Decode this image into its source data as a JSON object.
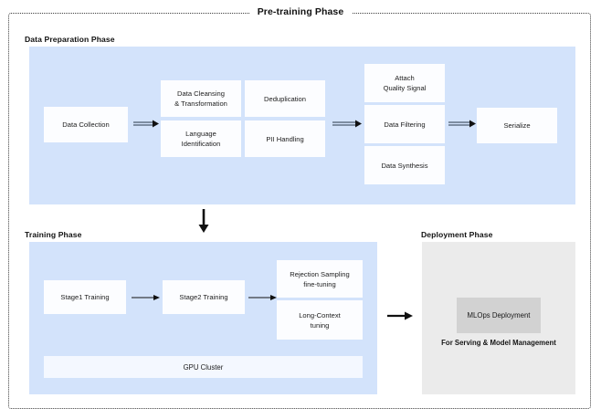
{
  "diagram": {
    "title": "Pre-training Phase",
    "sections": {
      "data_prep": {
        "label": "Data Preparation Phase"
      },
      "training": {
        "label": "Training Phase"
      },
      "deployment": {
        "label": "Deployment Phase"
      }
    },
    "nodes": {
      "data_collection": "Data Collection",
      "data_cleansing": "Data Cleansing\n& Transformation",
      "deduplication": "Deduplication",
      "language_identification": "Language\nIdentification",
      "pii_handling": "PII Handling",
      "attach_quality_signal": "Attach\nQuality Signal",
      "data_filtering": "Data Filtering",
      "data_synthesis": "Data Synthesis",
      "serialize": "Serialize",
      "stage1_training": "Stage1 Training",
      "stage2_training": "Stage2 Training",
      "rejection_sampling": "Rejection Sampling\nfine-tuning",
      "long_context_tuning": "Long-Context\ntuning",
      "gpu_cluster": "GPU Cluster",
      "mlops_deployment": "MLOps Deployment",
      "deployment_caption": "For Serving & Model Management"
    },
    "colors": {
      "panel_blue": "#d3e3fb",
      "panel_gray": "#ebebeb",
      "node_white": "#fcfdff",
      "node_soft_blue": "#f4f8ff",
      "node_gray": "#d2d2d2",
      "frame_dotted": "#3f3f3f",
      "arrow": "#1a1a1a",
      "text": "#1a1a1a"
    }
  }
}
